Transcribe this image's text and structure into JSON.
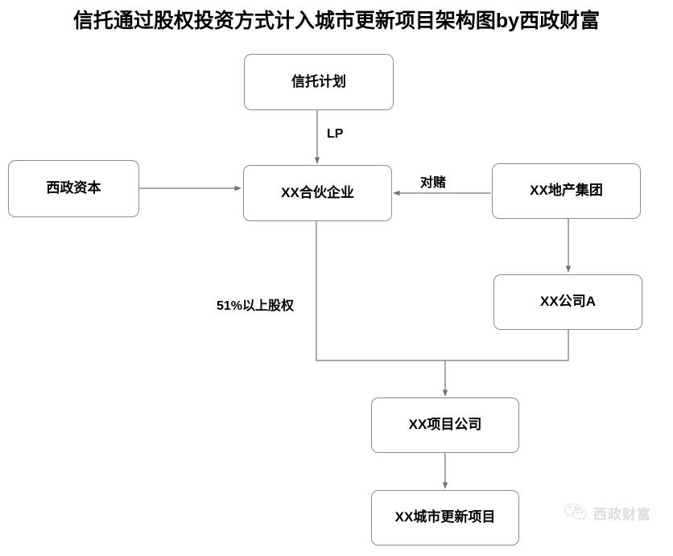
{
  "title": "信托通过股权投资方式计入城市更新项目架构图by西政财富",
  "nodes": [
    {
      "id": "trust-plan",
      "label": "信托计划"
    },
    {
      "id": "xizheng-capital",
      "label": "西政资本"
    },
    {
      "id": "partnership",
      "label": "XX合伙企业"
    },
    {
      "id": "realestate-group",
      "label": "XX地产集团"
    },
    {
      "id": "company-a",
      "label": "XX公司A"
    },
    {
      "id": "project-company",
      "label": "XX项目公司"
    },
    {
      "id": "urban-renewal-project",
      "label": "XX城市更新项目"
    }
  ],
  "edge_labels": {
    "lp": "LP",
    "bet": "对赌",
    "equity": "51%以上股权"
  },
  "watermark": {
    "icon": "wechat-icon",
    "text": "西政财富"
  },
  "colors": {
    "box_border": "#8d8d8d",
    "line": "#8d8d8d",
    "text": "#000000",
    "background": "#ffffff"
  }
}
